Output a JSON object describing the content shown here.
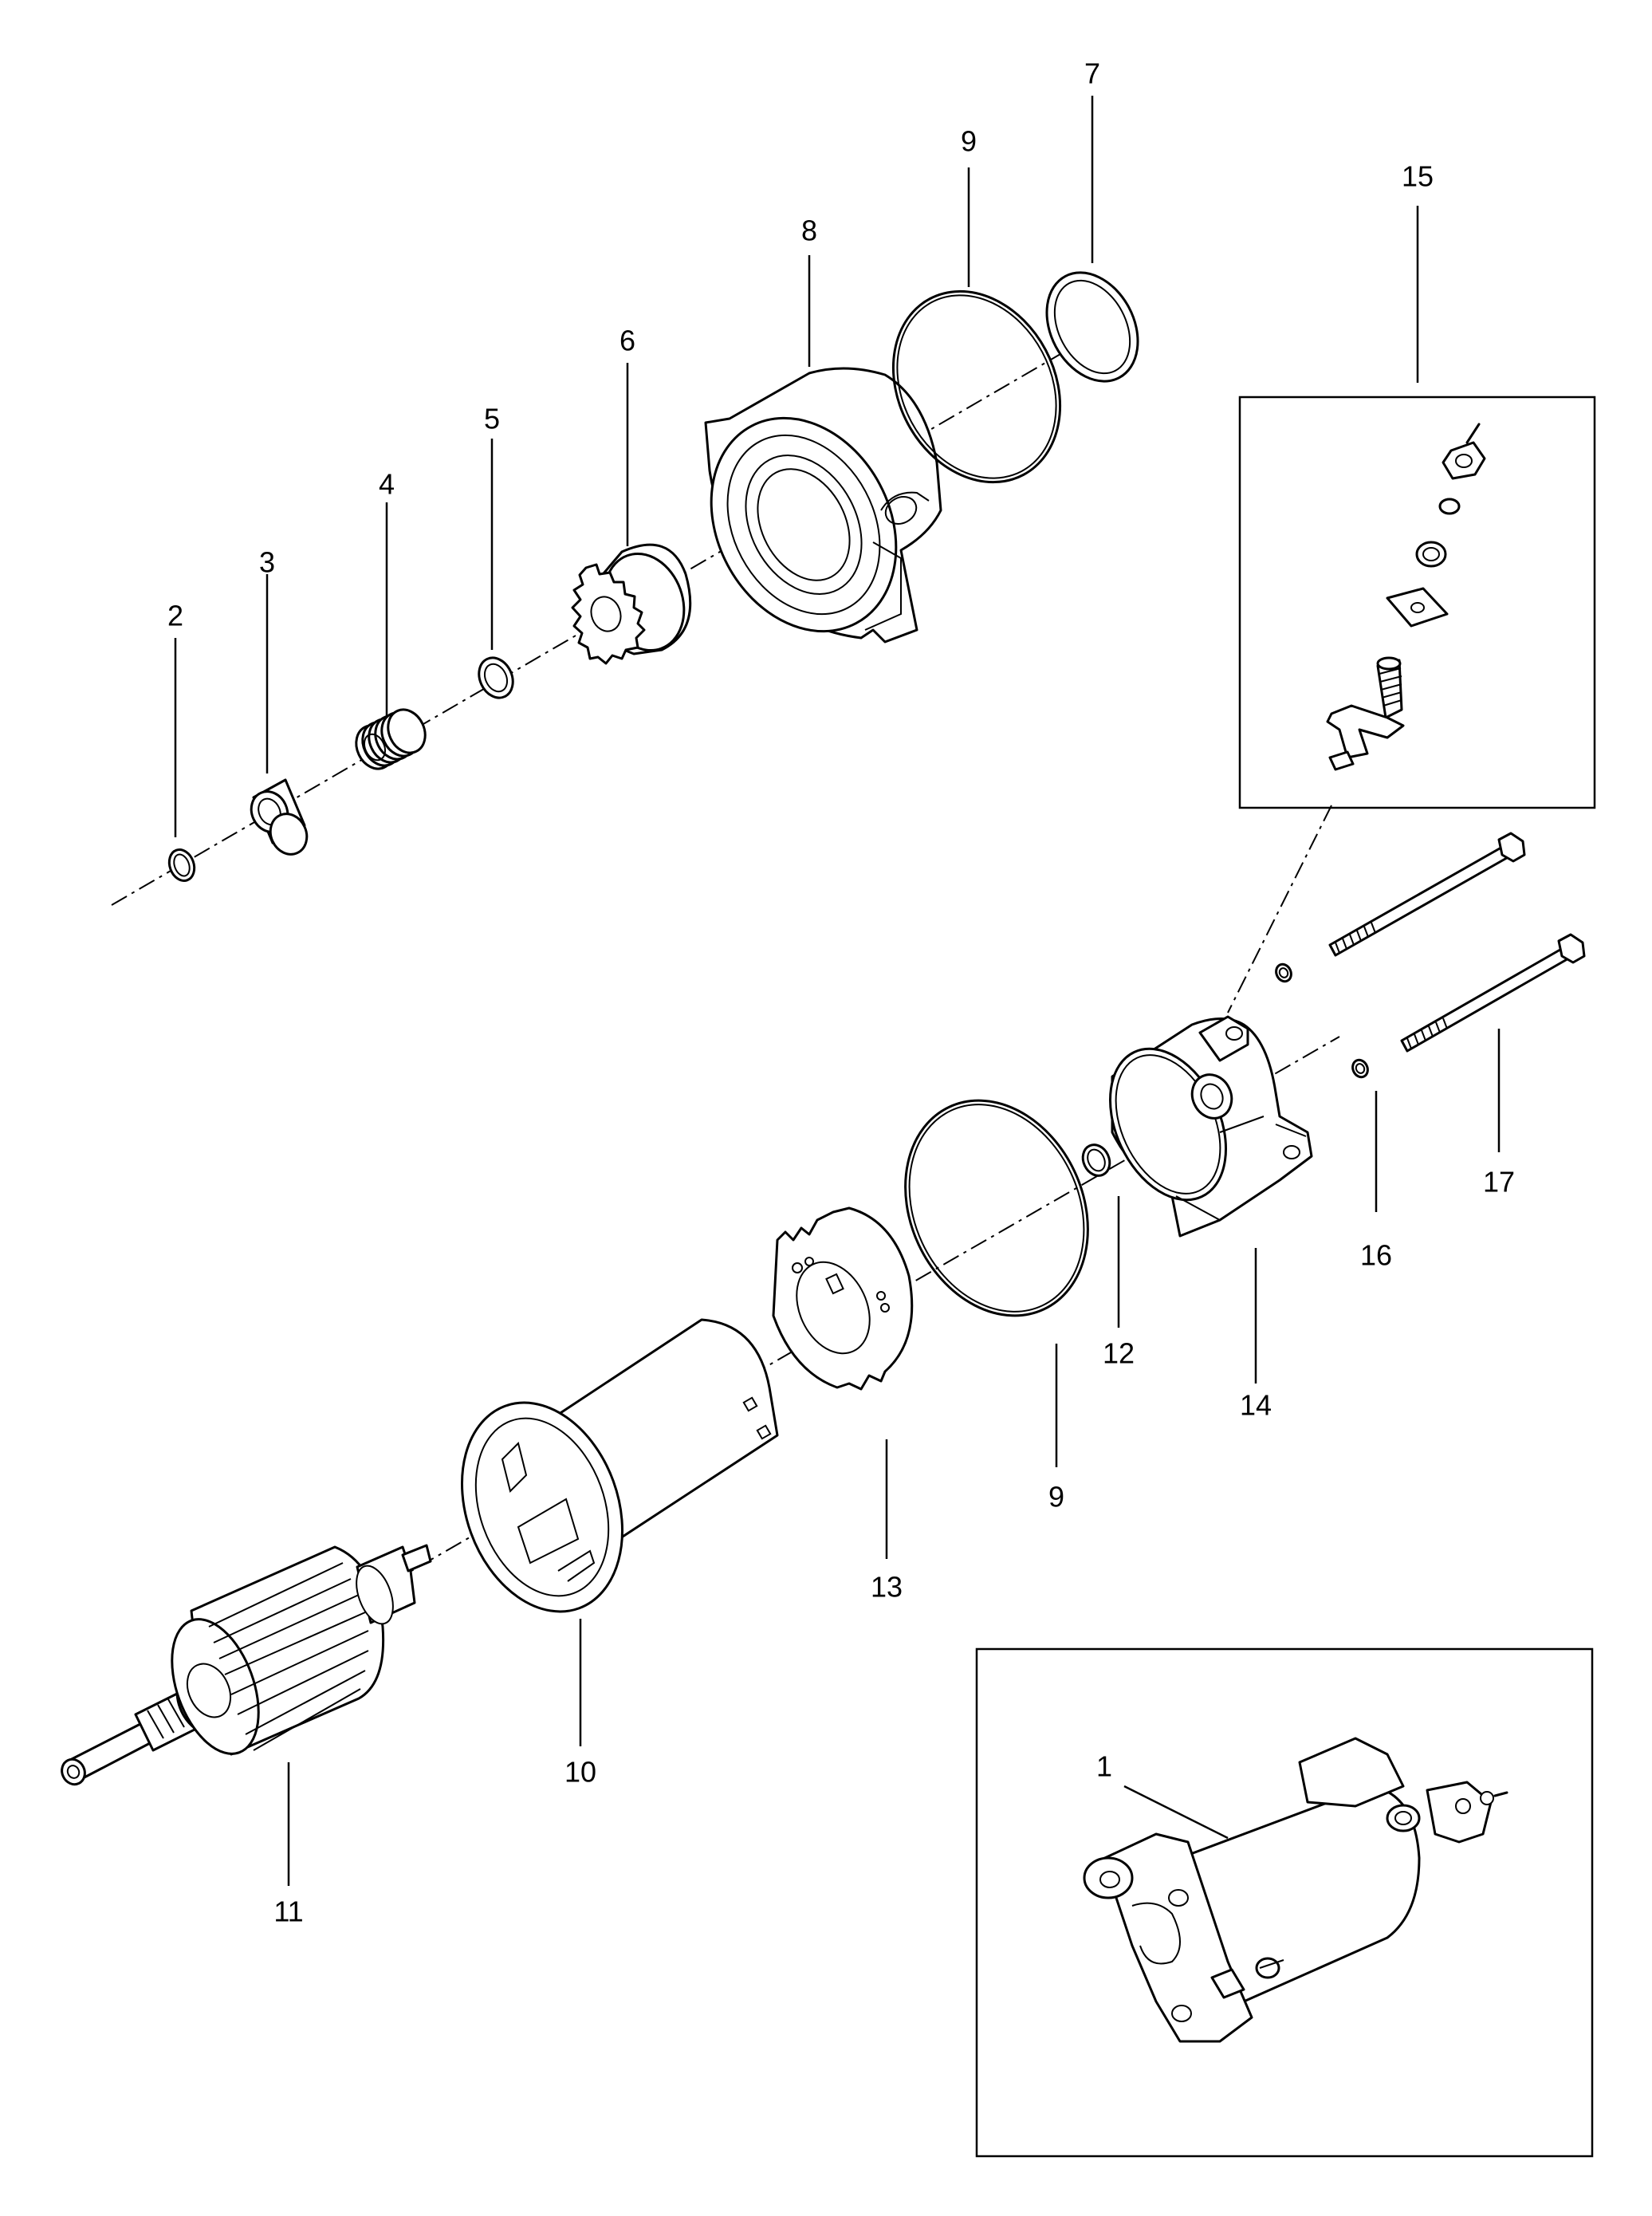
{
  "diagram": {
    "callouts": [
      {
        "id": "label-1",
        "text": "1"
      },
      {
        "id": "label-2",
        "text": "2"
      },
      {
        "id": "label-3",
        "text": "3"
      },
      {
        "id": "label-4",
        "text": "4"
      },
      {
        "id": "label-5",
        "text": "5"
      },
      {
        "id": "label-6",
        "text": "6"
      },
      {
        "id": "label-7",
        "text": "7"
      },
      {
        "id": "label-8",
        "text": "8"
      },
      {
        "id": "label-9a",
        "text": "9"
      },
      {
        "id": "label-9b",
        "text": "9"
      },
      {
        "id": "label-10",
        "text": "10"
      },
      {
        "id": "label-11",
        "text": "11"
      },
      {
        "id": "label-12",
        "text": "12"
      },
      {
        "id": "label-13",
        "text": "13"
      },
      {
        "id": "label-14",
        "text": "14"
      },
      {
        "id": "label-15",
        "text": "15"
      },
      {
        "id": "label-16",
        "text": "16"
      },
      {
        "id": "label-17",
        "text": "17"
      }
    ]
  }
}
